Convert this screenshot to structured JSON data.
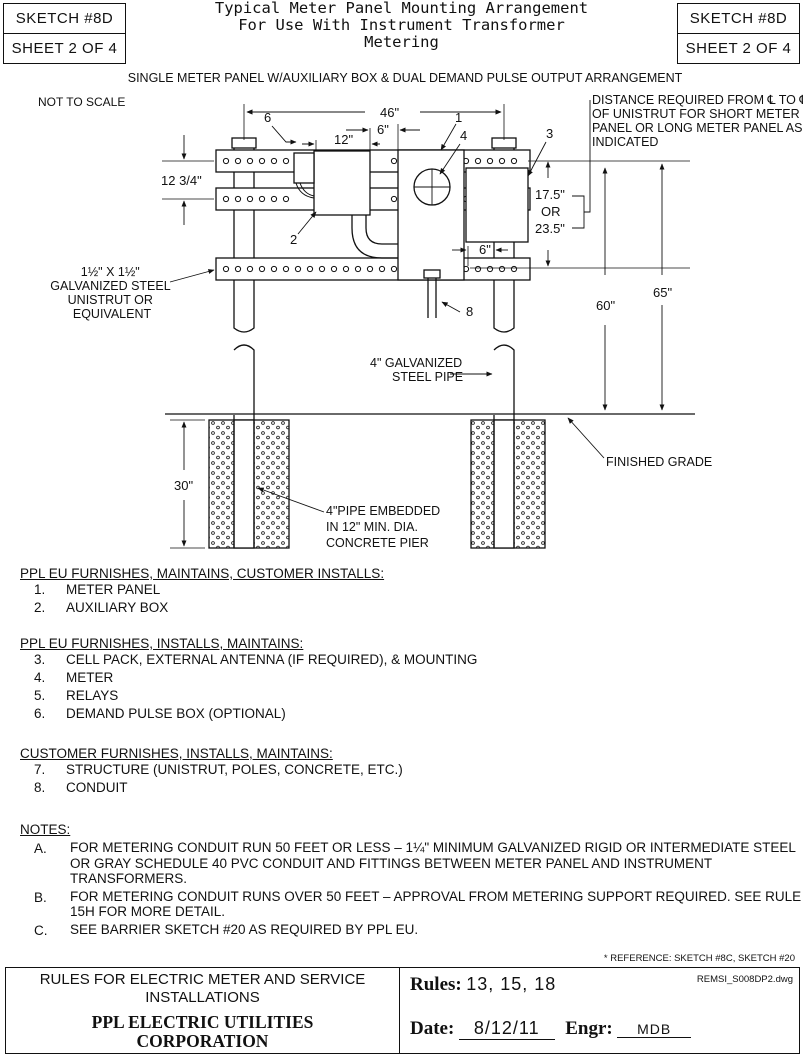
{
  "sketch_left": {
    "sketch": "SKETCH #8D",
    "sheet": "SHEET 2 OF 4"
  },
  "sketch_right": {
    "sketch": "SKETCH #8D",
    "sheet": "SHEET 2 OF 4"
  },
  "title": {
    "line1": "Typical Meter Panel Mounting Arrangement",
    "line2": "For Use With Instrument Transformer",
    "line3": "Metering"
  },
  "drawing": {
    "subtitle": "SINGLE METER PANEL W/AUXILIARY BOX & DUAL DEMAND PULSE OUTPUT ARRANGEMENT",
    "not_to_scale": "NOT TO SCALE",
    "dim_46": "46\"",
    "dim_12": "12\"",
    "dim_6_top": "6\"",
    "dim_12_34": "12 3/4\"",
    "dim_17_5": "17.5\"",
    "dim_or": "OR",
    "dim_23_5": "23.5\"",
    "dim_6_bottom": "6\"",
    "dim_60": "60\"",
    "dim_65": "65\"",
    "dim_30": "30\"",
    "callout_1": "1",
    "callout_2": "2",
    "callout_3": "3",
    "callout_4": "4",
    "callout_6": "6",
    "callout_8": "8",
    "distance_note": [
      "DISTANCE REQUIRED FROM ℄ TO ℄",
      "OF UNISTRUT FOR SHORT METER",
      "PANEL OR LONG METER PANEL AS",
      "INDICATED"
    ],
    "unistrut_note": [
      "1½\" X 1½\"",
      "GALVANIZED STEEL",
      "UNISTRUT OR",
      "EQUIVALENT"
    ],
    "pipe_note": [
      "4\" GALVANIZED",
      "STEEL PIPE"
    ],
    "grade_note": "FINISHED GRADE",
    "pier_note": [
      "4\"PIPE EMBEDDED",
      "IN 12\" MIN. DIA.",
      "CONCRETE PIER"
    ]
  },
  "sections": [
    {
      "heading": "PPL EU FURNISHES, MAINTAINS, CUSTOMER INSTALLS:",
      "items": [
        {
          "n": "1.",
          "t": "METER PANEL"
        },
        {
          "n": "2.",
          "t": "AUXILIARY BOX"
        }
      ]
    },
    {
      "heading": "PPL EU FURNISHES, INSTALLS, MAINTAINS:",
      "items": [
        {
          "n": "3.",
          "t": "CELL PACK, EXTERNAL ANTENNA (IF REQUIRED), & MOUNTING"
        },
        {
          "n": "4.",
          "t": "METER"
        },
        {
          "n": "5.",
          "t": "RELAYS"
        },
        {
          "n": "6.",
          "t": "DEMAND PULSE BOX (OPTIONAL)"
        }
      ]
    },
    {
      "heading": "CUSTOMER FURNISHES, INSTALLS, MAINTAINS:",
      "items": [
        {
          "n": "7.",
          "t": "STRUCTURE (UNISTRUT, POLES, CONCRETE, ETC.)"
        },
        {
          "n": "8.",
          "t": "CONDUIT"
        }
      ]
    }
  ],
  "notes": {
    "heading": "NOTES:",
    "items": [
      {
        "n": "A.",
        "t": "FOR METERING CONDUIT RUN 50 FEET OR LESS – 1¼\" MINIMUM GALVANIZED RIGID OR INTERMEDIATE STEEL OR GRAY SCHEDULE 40 PVC CONDUIT AND FITTINGS BETWEEN METER PANEL AND INSTRUMENT TRANSFORMERS."
      },
      {
        "n": "B.",
        "t": "FOR METERING CONDUIT RUNS OVER 50 FEET – APPROVAL FROM METERING SUPPORT REQUIRED.  SEE RULE 15H FOR MORE DETAIL."
      },
      {
        "n": "C.",
        "t": "SEE BARRIER SKETCH #20 AS REQUIRED BY PPL EU."
      }
    ]
  },
  "reference": "* REFERENCE: SKETCH #8C, SKETCH #20",
  "footer": {
    "rules_title": "RULES FOR ELECTRIC METER AND SERVICE INSTALLATIONS",
    "company_line1": "PPL ELECTRIC UTILITIES",
    "company_line2": "CORPORATION",
    "rules_label": "Rules:",
    "rules_value": "13,  15,  18",
    "file": "REMSI_S008DP2.dwg",
    "date_label": "Date:",
    "date_value": "8/12/11",
    "engr_label": "Engr:",
    "engr_value": "MDB"
  }
}
